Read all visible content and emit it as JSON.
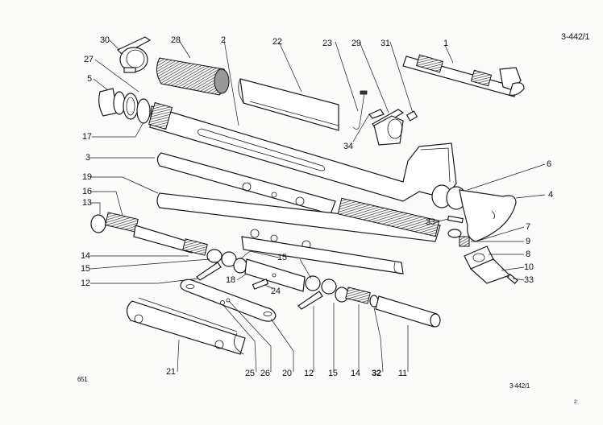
{
  "drawing": {
    "reference_top": "3-442/1",
    "reference_bottom": "3-442/1",
    "page_code": "651",
    "corner_mark": "2",
    "type": "exploded parts diagram",
    "colors": {
      "ink": "#1a1a1a",
      "paper": "#fbfbfa"
    }
  },
  "callouts": [
    {
      "id": "c30",
      "label": "30"
    },
    {
      "id": "c28",
      "label": "28"
    },
    {
      "id": "c2",
      "label": "2"
    },
    {
      "id": "c22",
      "label": "22"
    },
    {
      "id": "c23",
      "label": "23"
    },
    {
      "id": "c29",
      "label": "29"
    },
    {
      "id": "c31",
      "label": "31"
    },
    {
      "id": "c1",
      "label": "1"
    },
    {
      "id": "c27",
      "label": "27"
    },
    {
      "id": "c5",
      "label": "5"
    },
    {
      "id": "c17",
      "label": "17"
    },
    {
      "id": "c34",
      "label": "34"
    },
    {
      "id": "c3",
      "label": "3"
    },
    {
      "id": "c6",
      "label": "6"
    },
    {
      "id": "c19",
      "label": "19"
    },
    {
      "id": "c4",
      "label": "4"
    },
    {
      "id": "c16",
      "label": "16"
    },
    {
      "id": "c13",
      "label": "13"
    },
    {
      "id": "c33a",
      "label": "33"
    },
    {
      "id": "c7",
      "label": "7"
    },
    {
      "id": "c9",
      "label": "9"
    },
    {
      "id": "c8",
      "label": "8"
    },
    {
      "id": "c10",
      "label": "10"
    },
    {
      "id": "c33b",
      "label": "33"
    },
    {
      "id": "c14a",
      "label": "14"
    },
    {
      "id": "c15a",
      "label": "15"
    },
    {
      "id": "c12a",
      "label": "12"
    },
    {
      "id": "c15b",
      "label": "15"
    },
    {
      "id": "c18",
      "label": "18"
    },
    {
      "id": "c24",
      "label": "24"
    },
    {
      "id": "c21",
      "label": "21"
    },
    {
      "id": "c25",
      "label": "25"
    },
    {
      "id": "c26",
      "label": "26"
    },
    {
      "id": "c20",
      "label": "20"
    },
    {
      "id": "c12b",
      "label": "12"
    },
    {
      "id": "c15c",
      "label": "15"
    },
    {
      "id": "c14b",
      "label": "14"
    },
    {
      "id": "c32",
      "label": "32"
    },
    {
      "id": "c11",
      "label": "11"
    }
  ]
}
